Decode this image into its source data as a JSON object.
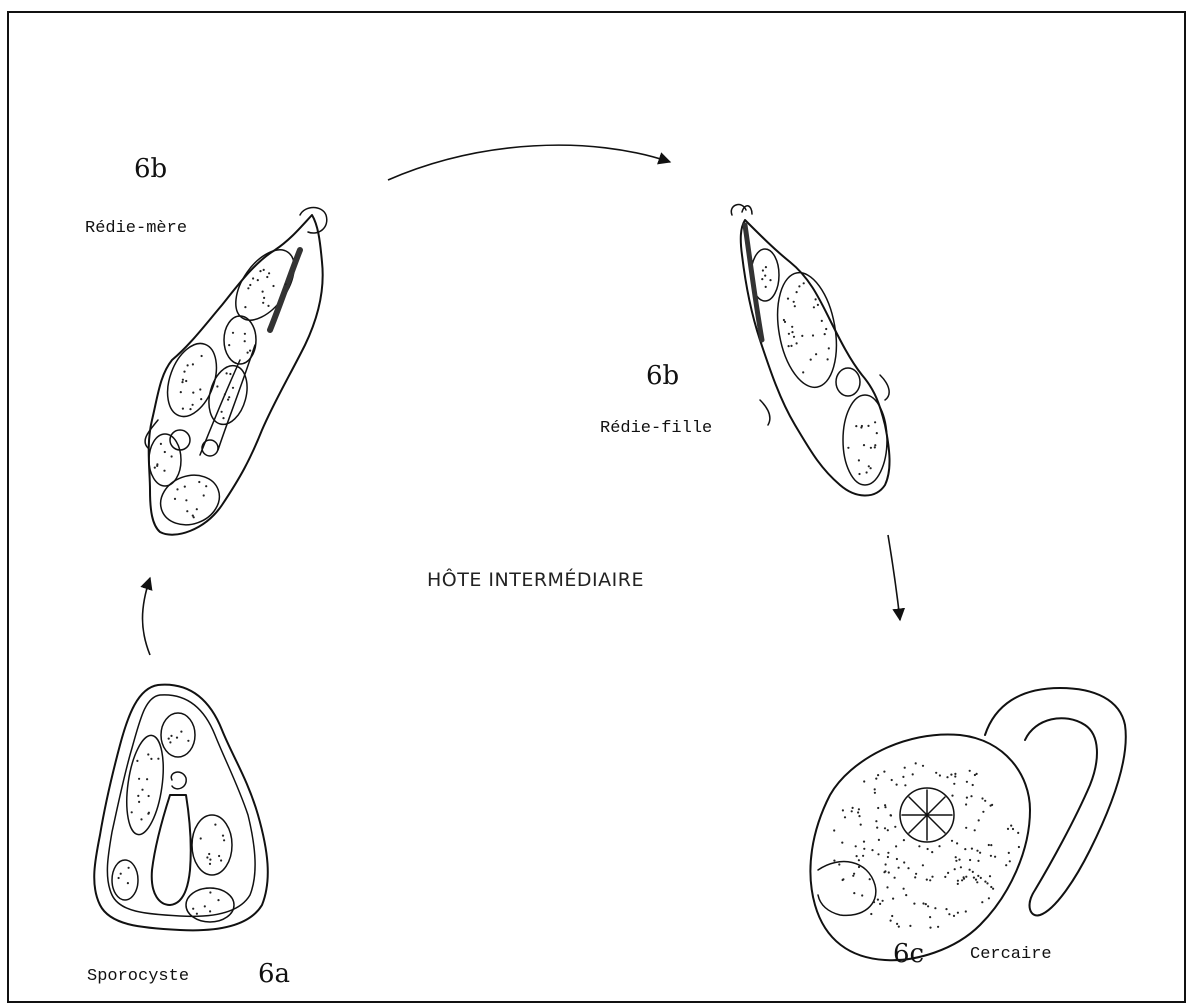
{
  "stages": {
    "sporocyste": {
      "number": "6a",
      "label": "Sporocyste"
    },
    "redie_mere": {
      "number": "6b",
      "label": "Rédie-mère"
    },
    "redie_fille": {
      "number": "6b",
      "label": "Rédie-fille"
    },
    "cercaire": {
      "number": "6c",
      "label": "Cercaire"
    }
  },
  "center_label": "HÔTE INTERMÉDIAIRE"
}
